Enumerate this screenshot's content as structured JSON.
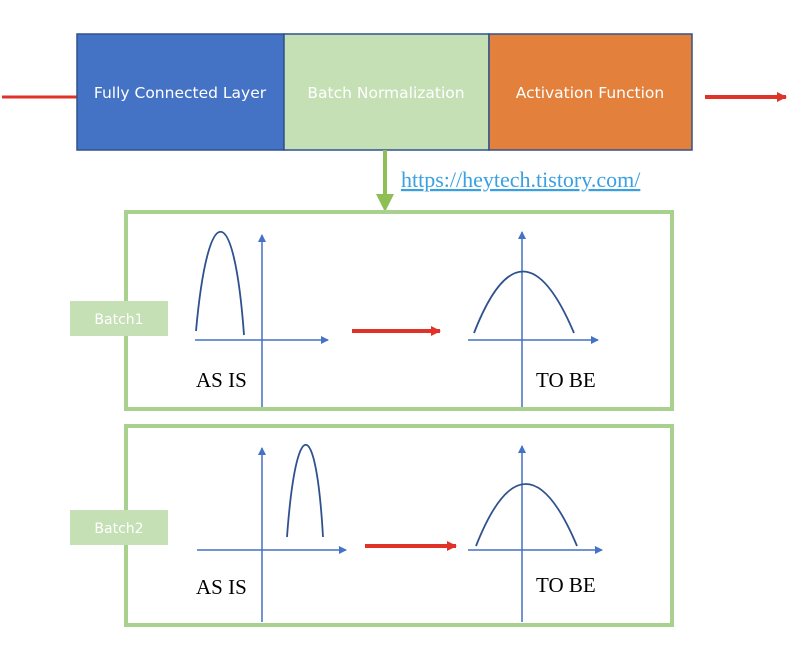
{
  "header": {
    "layers": [
      {
        "label": "Fully Connected Layer",
        "color": "#4472c4"
      },
      {
        "label": "Batch Normalization",
        "color": "#c5e0b4"
      },
      {
        "label": "Activation Function",
        "color": "#e2803c"
      }
    ]
  },
  "link": {
    "text": "https://heytech.tistory.com/"
  },
  "batches": [
    {
      "label": "Batch1",
      "before_label": "AS IS",
      "after_label": "TO BE"
    },
    {
      "label": "Batch2",
      "before_label": "AS IS",
      "after_label": "TO BE"
    }
  ],
  "colors": {
    "flow_arrow": "#e03228",
    "connector": "#8dbf55",
    "panel_border": "#a9d18e",
    "tab_fill": "#c5e0b4",
    "axis": "#4472c4"
  }
}
